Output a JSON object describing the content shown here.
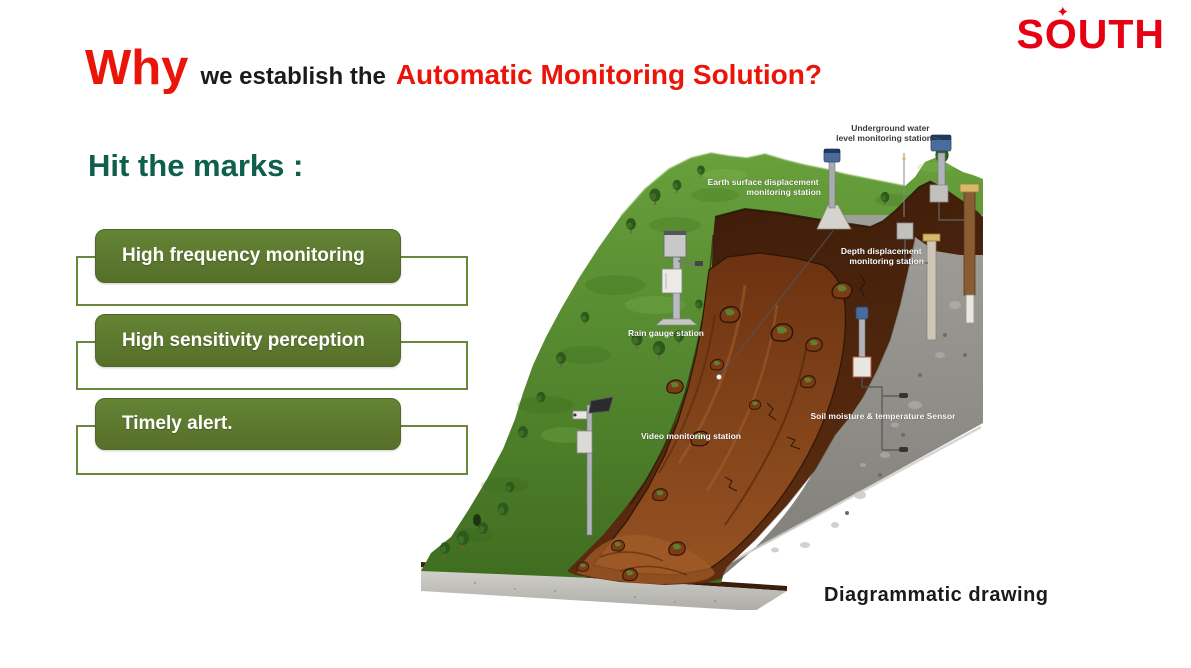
{
  "logo": {
    "text": "SOUTH",
    "star": "✦",
    "color": "#e60012"
  },
  "title": {
    "prefix": "Why",
    "middle": "we establish the",
    "highlight": "Automatic Monitoring Solution?"
  },
  "heading": "Hit the marks :",
  "marks": [
    {
      "label": "High frequency monitoring"
    },
    {
      "label": "High sensitivity perception"
    },
    {
      "label": "Timely alert."
    }
  ],
  "diagram": {
    "caption": "Diagrammatic drawing",
    "labels": {
      "underground_water": [
        "Underground water",
        "level monitoring station"
      ],
      "earth_surface": [
        "Earth surface displacement",
        "monitoring station"
      ],
      "depth_displacement": [
        "Depth displacement",
        "monitoring station"
      ],
      "rain_gauge": "Rain gauge station",
      "video": "Video monitoring station",
      "soil": "Soil moisture & temperature Sensor"
    }
  },
  "colors": {
    "accent_red": "#ea1508",
    "logo_red": "#e60012",
    "heading_green": "#0e5f4c",
    "pill_green": "#5d7c2f",
    "pill_outline_green": "#69883c",
    "caption_black": "#1a1a1a"
  }
}
